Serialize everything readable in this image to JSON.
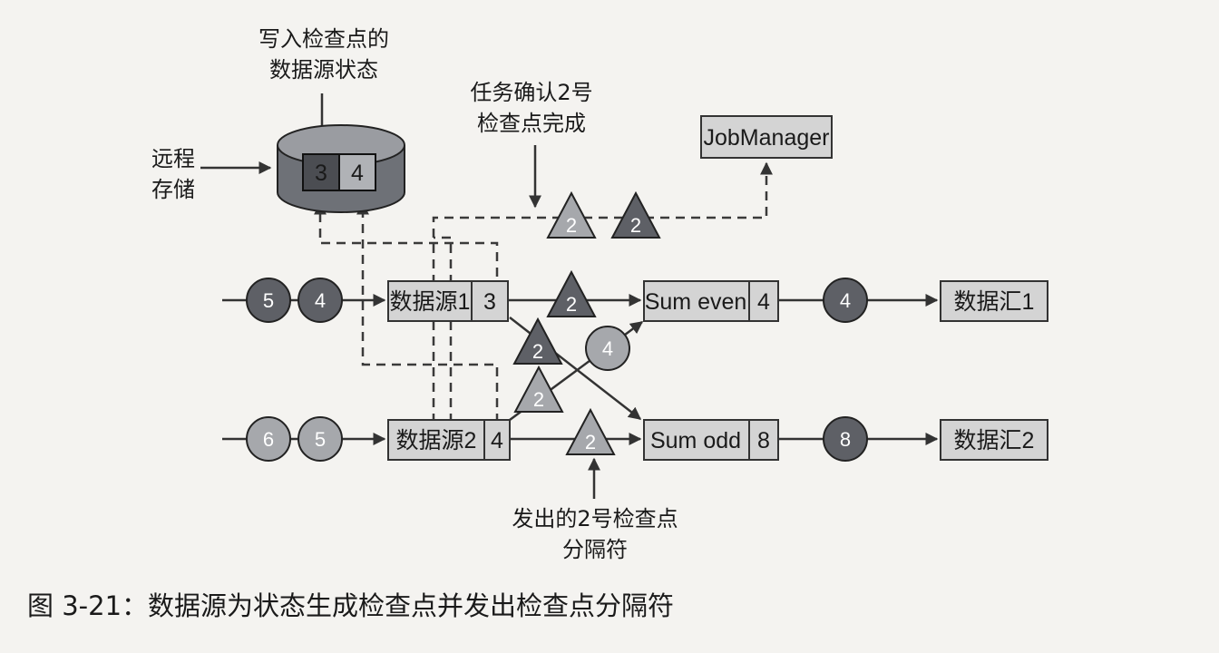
{
  "labels": {
    "write_checkpoint_line1": "写入检查点的",
    "write_checkpoint_line2": "数据源状态",
    "remote_storage_line1": "远程",
    "remote_storage_line2": "存储",
    "task_ack_line1": "任务确认2号",
    "task_ack_line2": "检查点完成",
    "emitted_barrier_line1": "发出的2号检查点",
    "emitted_barrier_line2": "分隔符"
  },
  "storage": {
    "slot_a": "3",
    "slot_b": "4"
  },
  "job_manager": "JobManager",
  "source1": {
    "label": "数据源1",
    "state": "3"
  },
  "source2": {
    "label": "数据源2",
    "state": "4"
  },
  "sum_even": {
    "label": "Sum even",
    "state": "4"
  },
  "sum_odd": {
    "label": "Sum odd",
    "state": "8"
  },
  "sink1": {
    "label": "数据汇1"
  },
  "sink2": {
    "label": "数据汇2"
  },
  "records": {
    "in1_a": "5",
    "in1_b": "4",
    "in2_a": "6",
    "in2_b": "5",
    "cross": "4",
    "out1": "4",
    "out2": "8"
  },
  "barriers": {
    "ack_a": "2",
    "ack_b": "2",
    "top_lane": "2",
    "diag_a": "2",
    "diag_b": "2",
    "bottom_lane": "2"
  },
  "caption": "图 3-21：数据源为状态生成检查点并发出检查点分隔符"
}
